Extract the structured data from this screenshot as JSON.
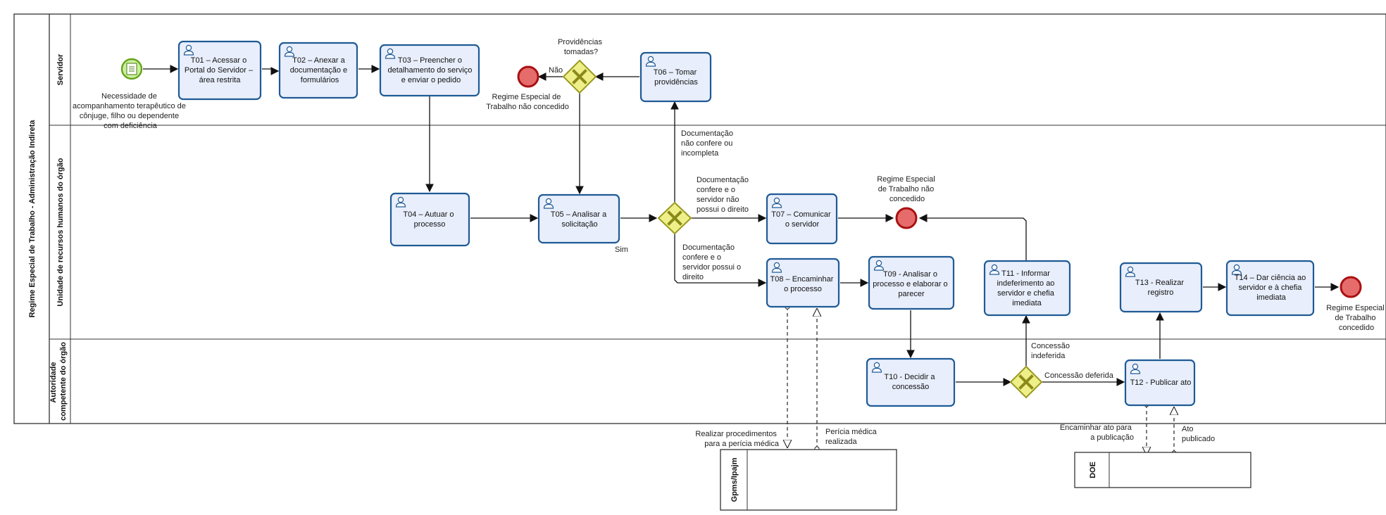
{
  "pool": {
    "title": "Regime Especial de Trabalho - Administração Indireta"
  },
  "lanes": [
    {
      "id": "servidor",
      "label": "Servidor"
    },
    {
      "id": "unidade",
      "label": "Unidade de recursos humanos do órgão"
    },
    {
      "id": "autoridade",
      "label_lines": [
        "Autoridade",
        "competente do órgão"
      ]
    }
  ],
  "tasks": [
    {
      "id": "t01",
      "lines": [
        "T01 – Acessar o",
        "Portal do Servidor –",
        "área restrita"
      ]
    },
    {
      "id": "t02",
      "lines": [
        "T02 – Anexar a",
        "documentação e",
        "formulários"
      ]
    },
    {
      "id": "t03",
      "lines": [
        "T03 – Preencher o",
        "detalhamento do serviço",
        "e enviar o pedido"
      ]
    },
    {
      "id": "t06",
      "lines": [
        "T06 – Tomar",
        "providências"
      ]
    },
    {
      "id": "t04",
      "lines": [
        "T04 – Autuar o",
        "processo"
      ]
    },
    {
      "id": "t05",
      "lines": [
        "T05 – Analisar a",
        "solicitação"
      ]
    },
    {
      "id": "t07",
      "lines": [
        "T07 – Comunicar",
        "o servidor"
      ]
    },
    {
      "id": "t08",
      "lines": [
        "T08 – Encaminhar",
        "o processo"
      ]
    },
    {
      "id": "t09",
      "lines": [
        "T09 -  Analisar o",
        "processo e elaborar o",
        "parecer"
      ]
    },
    {
      "id": "t11",
      "lines": [
        "T11 - Informar",
        "indeferimento ao",
        "servidor e chefia",
        "imediata"
      ]
    },
    {
      "id": "t13",
      "lines": [
        "T13 - Realizar",
        "registro"
      ]
    },
    {
      "id": "t14",
      "lines": [
        "T14 – Dar ciência ao",
        "servidor e à chefia",
        "imediata"
      ]
    },
    {
      "id": "t10",
      "lines": [
        "T10 -  Decidir a",
        "concessão"
      ]
    },
    {
      "id": "t12",
      "lines": [
        "T12 - Publicar ato"
      ]
    }
  ],
  "start_event": {
    "lines": [
      "Necessidade de",
      "acompanhamento terapêutico de",
      "cônjuge, filho ou dependente",
      "com deficiência"
    ]
  },
  "end_events": [
    {
      "id": "end1",
      "lines": [
        "Regime Especial de",
        "Trabalho não concedido"
      ]
    },
    {
      "id": "end2",
      "lines": [
        "Regime Especial",
        "de Trabalho não",
        "concedido"
      ]
    },
    {
      "id": "end3",
      "lines": [
        "Regime Especial",
        "de Trabalho",
        "concedido"
      ]
    }
  ],
  "gateways": [
    {
      "id": "gw1",
      "lines": [
        "Providências",
        "tomadas?"
      ]
    }
  ],
  "flow_labels": {
    "nao": "Não",
    "sim": "Sim",
    "nao_confere": [
      "Documentação",
      "não confere ou",
      "incompleta"
    ],
    "nao_possui": [
      "Documentação",
      "confere e o",
      "servidor não",
      "possui o direito"
    ],
    "possui": [
      "Documentação",
      "confere e o",
      "servidor possui o",
      "direito"
    ],
    "indeferida": [
      "Concessão",
      "indeferida"
    ],
    "deferida": "Concessão deferida"
  },
  "message_labels": {
    "pericia_req": [
      "Realizar procedimentos",
      "para a perícia médica"
    ],
    "pericia_done": [
      "Perícia médica",
      "realizada"
    ],
    "encaminhar_pub": [
      "Encaminhar ato para",
      "a publicação"
    ],
    "ato_pub": [
      "Ato",
      "publicado"
    ]
  },
  "external_pools": [
    {
      "id": "gpms",
      "label": "Gpms/Ipajm"
    },
    {
      "id": "doe",
      "label": "DOE"
    }
  ],
  "colors": {
    "task_fill": "#e8eefb",
    "task_border": "#1f5a96",
    "start_fill": "#c9ef9c",
    "start_border": "#66a31a",
    "end_fill": "#e66c6c",
    "end_border": "#a11",
    "gateway_fill": "#efef8a",
    "gateway_border": "#9a9a20",
    "gateway_mark": "#8a8a1a"
  },
  "icons": {
    "task": "user-icon",
    "start": "message-icon",
    "gateway": "exclusive-x-icon"
  }
}
